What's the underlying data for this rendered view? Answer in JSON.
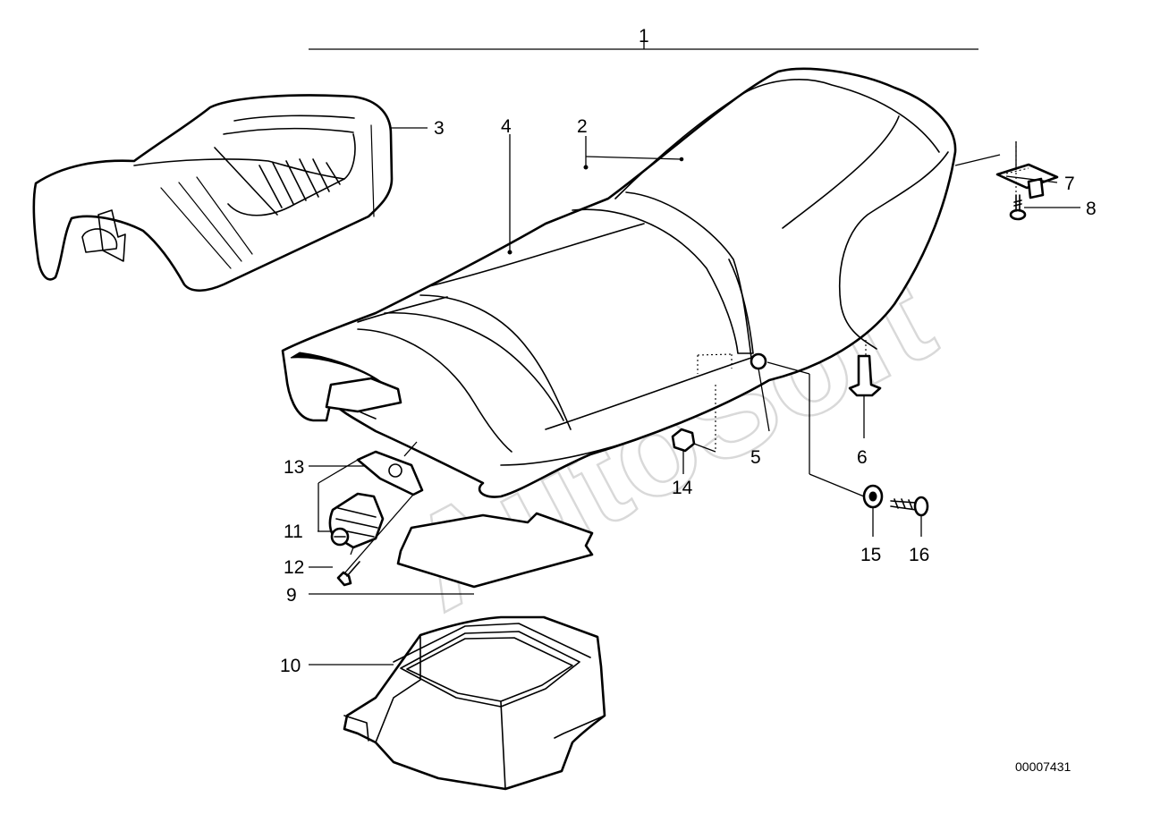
{
  "watermark": "AutoSoft",
  "reference_code": "00007431",
  "callouts": {
    "c1": "1",
    "c2": "2",
    "c3": "3",
    "c4": "4",
    "c5": "5",
    "c6": "6",
    "c7": "7",
    "c8": "8",
    "c9": "9",
    "c10": "10",
    "c11": "11",
    "c12": "12",
    "c13": "13",
    "c14": "14",
    "c15": "15",
    "c16": "16"
  }
}
